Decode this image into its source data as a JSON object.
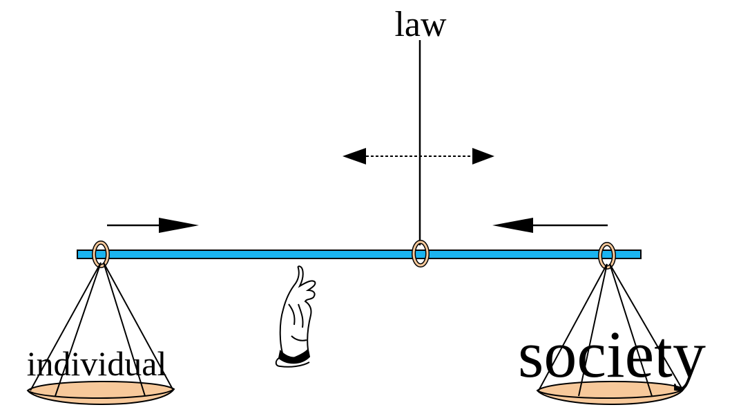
{
  "labels": {
    "top": "law",
    "left_pan": "individual",
    "right_pan": "society"
  },
  "icons": {
    "beam": "balance-beam",
    "hand": "pointing-hand-icon",
    "left_arrow": "arrow-right-icon",
    "right_arrow": "arrow-left-icon",
    "center_arrow": "double-headed-dotted-arrow-icon"
  },
  "colors": {
    "beam": "#1ab4f0",
    "pan": "#f7c99b",
    "ring": "#f7c99b",
    "ink": "#000000"
  }
}
